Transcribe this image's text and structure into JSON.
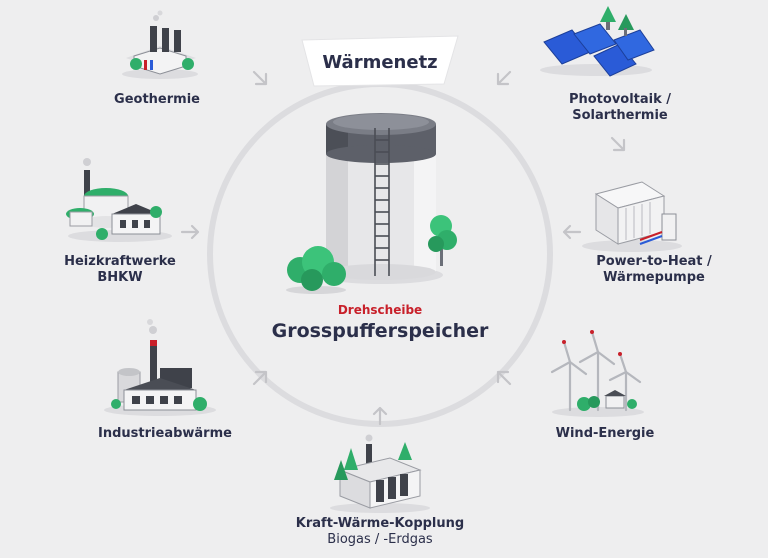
{
  "banner": {
    "title": "Wärmenetz"
  },
  "center": {
    "kicker": "Drehscheibe",
    "title": "Grosspufferspeicher"
  },
  "sources": [
    {
      "id": "geothermie",
      "lines": [
        "Geothermie"
      ],
      "icon": "geothermal-plant-icon"
    },
    {
      "id": "photovoltaik",
      "lines": [
        "Photovoltaik /",
        "Solarthermie"
      ],
      "icon": "solar-panels-icon"
    },
    {
      "id": "heizkraftwerke",
      "lines": [
        "Heizkraftwerke",
        "BHKW"
      ],
      "icon": "heating-plant-icon"
    },
    {
      "id": "power-to-heat",
      "lines": [
        "Power-to-Heat /",
        "Wärmepumpe"
      ],
      "icon": "heat-pump-container-icon"
    },
    {
      "id": "industrieabwaerme",
      "lines": [
        "Industrieabwärme"
      ],
      "icon": "factory-icon"
    },
    {
      "id": "wind",
      "lines": [
        "Wind-Energie"
      ],
      "icon": "wind-turbines-icon"
    },
    {
      "id": "kwk",
      "lines": [
        "Kraft-Wärme-Kopplung",
        "Biogas / -Erdgas"
      ],
      "icon": "chp-plant-icon"
    }
  ],
  "colors": {
    "background": "#eeeeef",
    "text": "#2b2f4a",
    "accent_red": "#c8202a",
    "ring": "#d9d9dc",
    "arrow": "#c9c9cc",
    "tree": "#2fae6a",
    "tank_light": "#e6e6e8",
    "tank_dark": "#5d6069",
    "solar_blue": "#2a5bd7"
  }
}
